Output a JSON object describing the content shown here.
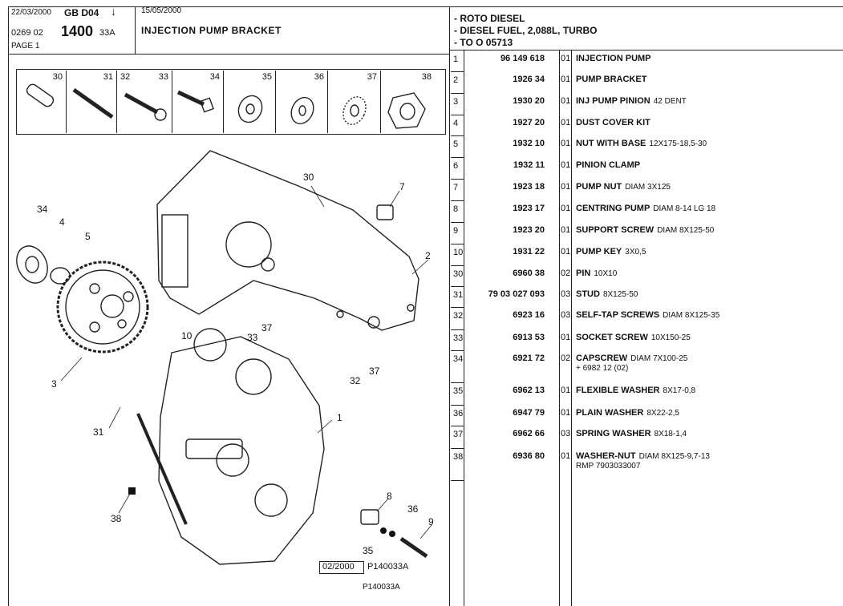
{
  "header": {
    "date_left": "22/03/2000",
    "gb": "GB D04",
    "code_a": "0269 02",
    "code_b": "1400",
    "code_c": "33A",
    "page": "PAGE 1",
    "date_right": "15/05/2000",
    "title": "INJECTION PUMP BRACKET",
    "vehicle": [
      "- ROTO DIESEL",
      "- DIESEL FUEL, 2,088L, TURBO",
      "- TO O 05713"
    ]
  },
  "diagram": {
    "parts_strip": [
      "30",
      "31",
      "32",
      "33",
      "34",
      "35",
      "36",
      "37",
      "38"
    ],
    "callouts": [
      "30",
      "7",
      "34",
      "4",
      "5",
      "2",
      "3",
      "10",
      "33",
      "37",
      "37",
      "32",
      "1",
      "31",
      "38",
      "8",
      "36",
      "9",
      "35"
    ],
    "stamp_date": "02/2000",
    "stamp_ref": "P140033A",
    "footer_ref": "P140033A"
  },
  "parts": [
    {
      "ref": "1",
      "pn": "96 149 618",
      "qty": "01",
      "desc": "INJECTION PUMP",
      "extra": "",
      "sub": ""
    },
    {
      "ref": "2",
      "pn": "1926 34",
      "qty": "01",
      "desc": "PUMP BRACKET",
      "extra": "",
      "sub": ""
    },
    {
      "ref": "3",
      "pn": "1930 20",
      "qty": "01",
      "desc": "INJ PUMP PINION",
      "extra": "42 DENT",
      "sub": ""
    },
    {
      "ref": "4",
      "pn": "1927 20",
      "qty": "01",
      "desc": "DUST COVER KIT",
      "extra": "",
      "sub": ""
    },
    {
      "ref": "5",
      "pn": "1932 10",
      "qty": "01",
      "desc": "NUT WITH BASE",
      "extra": "12X175-18,5-30",
      "sub": ""
    },
    {
      "ref": "6",
      "pn": "1932 11",
      "qty": "01",
      "desc": "PINION CLAMP",
      "extra": "",
      "sub": ""
    },
    {
      "ref": "7",
      "pn": "1923 18",
      "qty": "01",
      "desc": "PUMP NUT",
      "extra": "DIAM 3X125",
      "sub": ""
    },
    {
      "ref": "8",
      "pn": "1923 17",
      "qty": "01",
      "desc": "CENTRING PUMP",
      "extra": "DIAM 8-14 LG 18",
      "sub": ""
    },
    {
      "ref": "9",
      "pn": "1923 20",
      "qty": "01",
      "desc": "SUPPORT SCREW",
      "extra": "DIAM 8X125-50",
      "sub": ""
    },
    {
      "ref": "10",
      "pn": "1931 22",
      "qty": "01",
      "desc": "PUMP KEY",
      "extra": "3X0,5",
      "sub": ""
    },
    {
      "ref": "30",
      "pn": "6960 38",
      "qty": "02",
      "desc": "PIN",
      "extra": "10X10",
      "sub": ""
    },
    {
      "ref": "31",
      "pn": "79 03 027 093",
      "qty": "03",
      "desc": "STUD",
      "extra": "8X125-50",
      "sub": ""
    },
    {
      "ref": "32",
      "pn": "6923 16",
      "qty": "03",
      "desc": "SELF-TAP SCREWS",
      "extra": "DIAM 8X125-35",
      "sub": ""
    },
    {
      "ref": "33",
      "pn": "6913 53",
      "qty": "01",
      "desc": "SOCKET SCREW",
      "extra": "10X150-25",
      "sub": ""
    },
    {
      "ref": "34",
      "pn": "6921 72",
      "qty": "02",
      "desc": "CAPSCREW",
      "extra": "DIAM 7X100-25",
      "sub": "+ 6982 12 (02)"
    },
    {
      "ref": "35",
      "pn": "6962 13",
      "qty": "01",
      "desc": "FLEXIBLE WASHER",
      "extra": "8X17-0,8",
      "sub": ""
    },
    {
      "ref": "36",
      "pn": "6947 79",
      "qty": "01",
      "desc": "PLAIN WASHER",
      "extra": "8X22-2,5",
      "sub": ""
    },
    {
      "ref": "37",
      "pn": "6962 66",
      "qty": "03",
      "desc": "SPRING WASHER",
      "extra": "8X18-1,4",
      "sub": ""
    },
    {
      "ref": "38",
      "pn": "6936 80",
      "qty": "01",
      "desc": "WASHER-NUT",
      "extra": "DIAM 8X125-9,7-13",
      "sub": "RMP 7903033007"
    }
  ]
}
